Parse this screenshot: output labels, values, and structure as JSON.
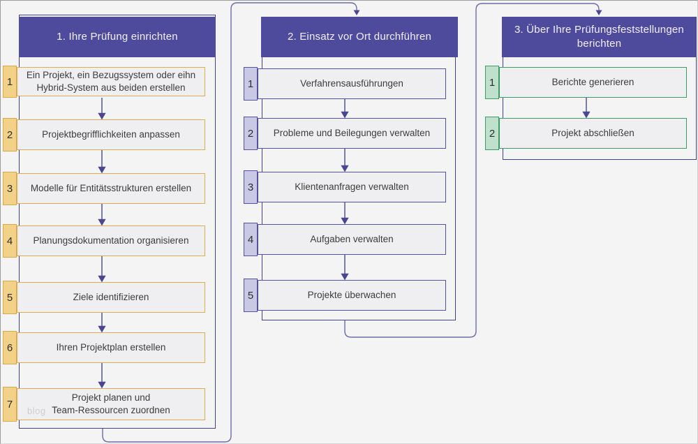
{
  "watermark": "blog",
  "colors": {
    "header_bg": "#4f4b9c",
    "header_text": "#f0effa",
    "phase1_accent": "#d9a94a",
    "phase2_accent": "#55519a",
    "phase3_accent": "#3c9c66",
    "connector": "#4a4791",
    "loop_line": "#6f6ba6",
    "box_fill": "#efeff1",
    "background": "#f4f4f5"
  },
  "columns": [
    {
      "title": "1. Ihre Prüfung einrichten",
      "steps": [
        {
          "num": "1",
          "line1": "Ein Projekt, ein Bezugssystem oder eihn",
          "line2": "Hybrid-System aus beiden erstellen"
        },
        {
          "num": "2",
          "line1": "Projektbegrifflichkeiten anpassen"
        },
        {
          "num": "3",
          "line1": "Modelle für Entitätsstrukturen erstellen"
        },
        {
          "num": "4",
          "line1": "Planungsdokumentation organisieren"
        },
        {
          "num": "5",
          "line1": "Ziele identifizieren"
        },
        {
          "num": "6",
          "line1": "Ihren Projektplan erstellen"
        },
        {
          "num": "7",
          "line1": "Projekt planen und",
          "line2": "Team-Ressourcen zuordnen"
        }
      ]
    },
    {
      "title": "2. Einsatz vor Ort durchführen",
      "steps": [
        {
          "num": "1",
          "line1": "Verfahrensausführungen"
        },
        {
          "num": "2",
          "line1": "Probleme und Beilegungen verwalten"
        },
        {
          "num": "3",
          "line1": "Klientenanfragen verwalten"
        },
        {
          "num": "4",
          "line1": "Aufgaben verwalten"
        },
        {
          "num": "5",
          "line1": "Projekte überwachen"
        }
      ]
    },
    {
      "title": "3. Über Ihre Prüfungsfeststellungen berichten",
      "steps": [
        {
          "num": "1",
          "line1": "Berichte generieren"
        },
        {
          "num": "2",
          "line1": "Projekt abschließen"
        }
      ]
    }
  ]
}
